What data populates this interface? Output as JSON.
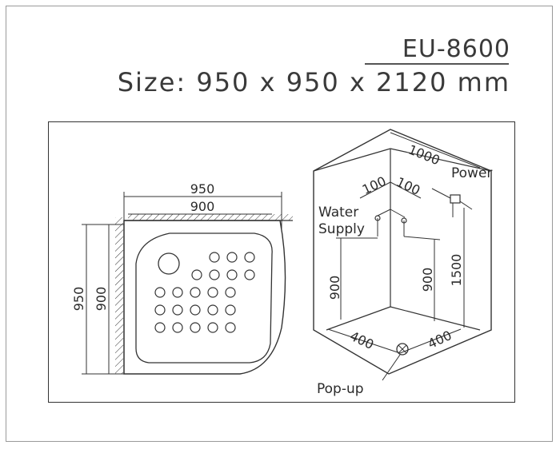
{
  "header": {
    "model": "EU-8600",
    "size": "Size: 950 x 950 x 2120 mm"
  },
  "plan": {
    "width_outer": "950",
    "width_inner": "900",
    "height_outer": "950",
    "height_inner": "900",
    "drain_rows": 5,
    "drain_cols": 5
  },
  "iso": {
    "wall_width": "1000",
    "offset_left": "100",
    "offset_right": "100",
    "height_left": "900",
    "height_right": "900",
    "height_power": "1500",
    "floor_left": "400",
    "floor_right": "400",
    "label_power": "Power",
    "label_water_1": "Water",
    "label_water_2": "Supply",
    "label_popup": "Pop-up"
  }
}
